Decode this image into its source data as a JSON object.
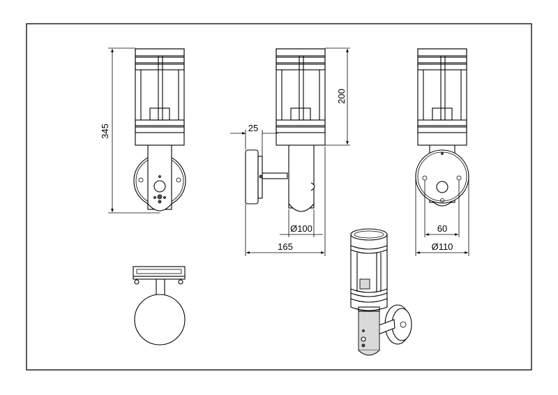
{
  "drawing": {
    "dimensions": {
      "height_total": "345",
      "height_cage": "200",
      "bracket_depth": "25",
      "tube_diameter": "Ø100",
      "total_depth": "165",
      "sensor_spacing": "60",
      "base_diameter": "Ø110"
    }
  }
}
